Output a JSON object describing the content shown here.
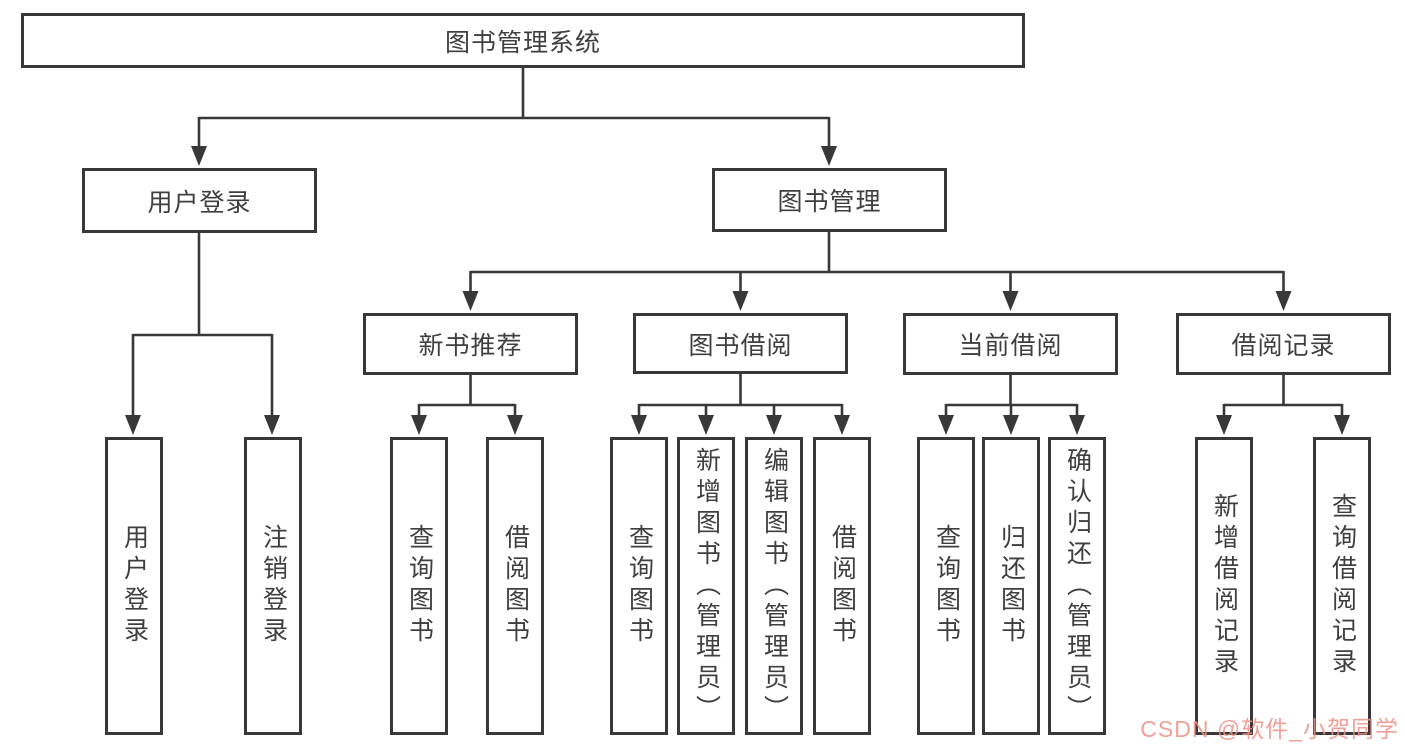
{
  "diagram": {
    "root": {
      "label": "图书管理系统"
    },
    "user_login": {
      "label": "用户登录",
      "children": [
        {
          "label": "用户登录"
        },
        {
          "label": "注销登录"
        }
      ]
    },
    "book_mgmt": {
      "label": "图书管理",
      "sections": [
        {
          "label": "新书推荐",
          "children": [
            {
              "label": "查询图书"
            },
            {
              "label": "借阅图书"
            }
          ]
        },
        {
          "label": "图书借阅",
          "children": [
            {
              "label": "查询图书"
            },
            {
              "label": "新增图书（管理员）"
            },
            {
              "label": "编辑图书（管理员）"
            },
            {
              "label": "借阅图书"
            }
          ]
        },
        {
          "label": "当前借阅",
          "children": [
            {
              "label": "查询图书"
            },
            {
              "label": "归还图书"
            },
            {
              "label": "确认归还（管理员）"
            }
          ]
        },
        {
          "label": "借阅记录",
          "children": [
            {
              "label": "新增借阅记录"
            },
            {
              "label": "查询借阅记录"
            }
          ]
        }
      ]
    }
  },
  "colors": {
    "line": "#383838",
    "node_text": "#3f3f3f",
    "watermark": "#f08f86"
  },
  "watermark": {
    "text": "CSDN @软件_小贺同学"
  }
}
